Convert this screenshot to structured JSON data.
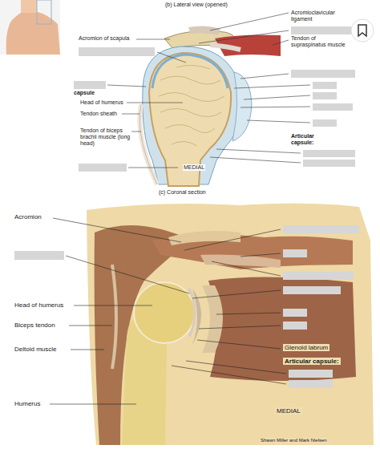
{
  "diagram": {
    "labels": [
      "(b) Lateral view (opened)",
      "Acromioclavicular ligament",
      "Acromion of scapula",
      "Tendon of supraspinatus muscle",
      "capsule",
      "Head of humerus",
      "Tendon sheath",
      "Tendon of biceps brachii muscle (long head)",
      "Articular capsule:",
      "MEDIAL",
      "(c) Coronal section",
      "Acromion",
      "Head of humerus",
      "Biceps tendon",
      "Deltoid muscle",
      "Glenoid labrum",
      "Articular capsule:",
      "Humerus",
      "MEDIAL",
      "Shawn Miller and Mark Nielsen"
    ]
  }
}
